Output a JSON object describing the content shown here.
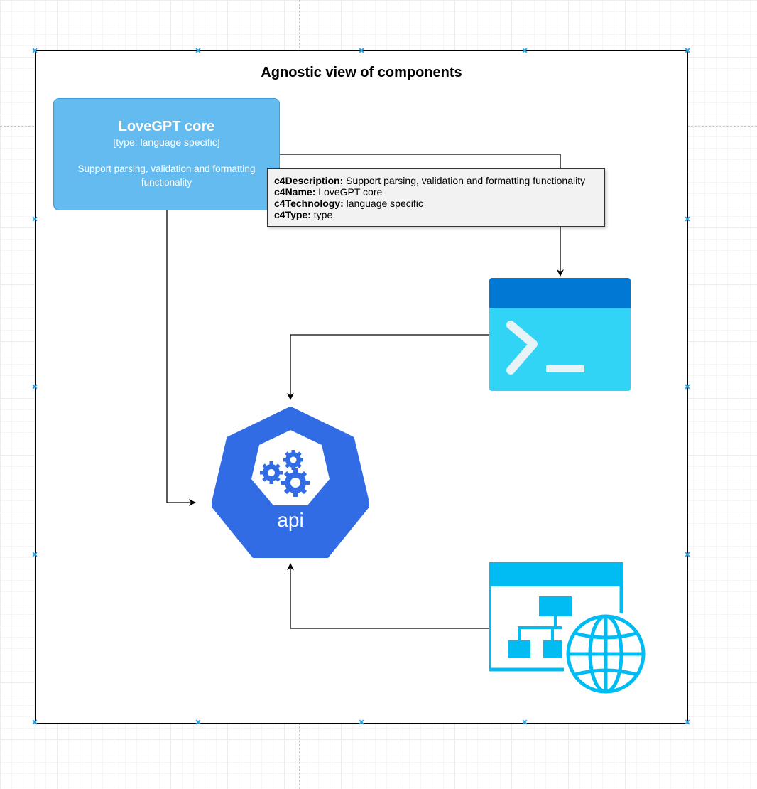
{
  "diagram": {
    "title": "Agnostic view of components",
    "core": {
      "name": "LoveGPT core",
      "type": "[type: language specific]",
      "description": "Support parsing, validation and formatting functionality"
    },
    "api_label": "api",
    "tooltip": {
      "rows": [
        {
          "key": "c4Description:",
          "value": "Support parsing, validation and formatting functionality"
        },
        {
          "key": "c4Name:",
          "value": "LoveGPT core"
        },
        {
          "key": "c4Technology:",
          "value": "language specific"
        },
        {
          "key": "c4Type:",
          "value": "type"
        }
      ]
    }
  },
  "colors": {
    "core_fill": "#63bbf0",
    "api_blue": "#326ce5",
    "terminal_dark": "#0078d4",
    "terminal_light": "#32d4f5",
    "webapp_blue": "#00bcf2",
    "handle": "#29a3e6"
  },
  "icons": [
    "terminal-icon",
    "kubernetes-api-icon",
    "gears-icon",
    "web-app-icon",
    "globe-icon",
    "sitemap-icon"
  ]
}
